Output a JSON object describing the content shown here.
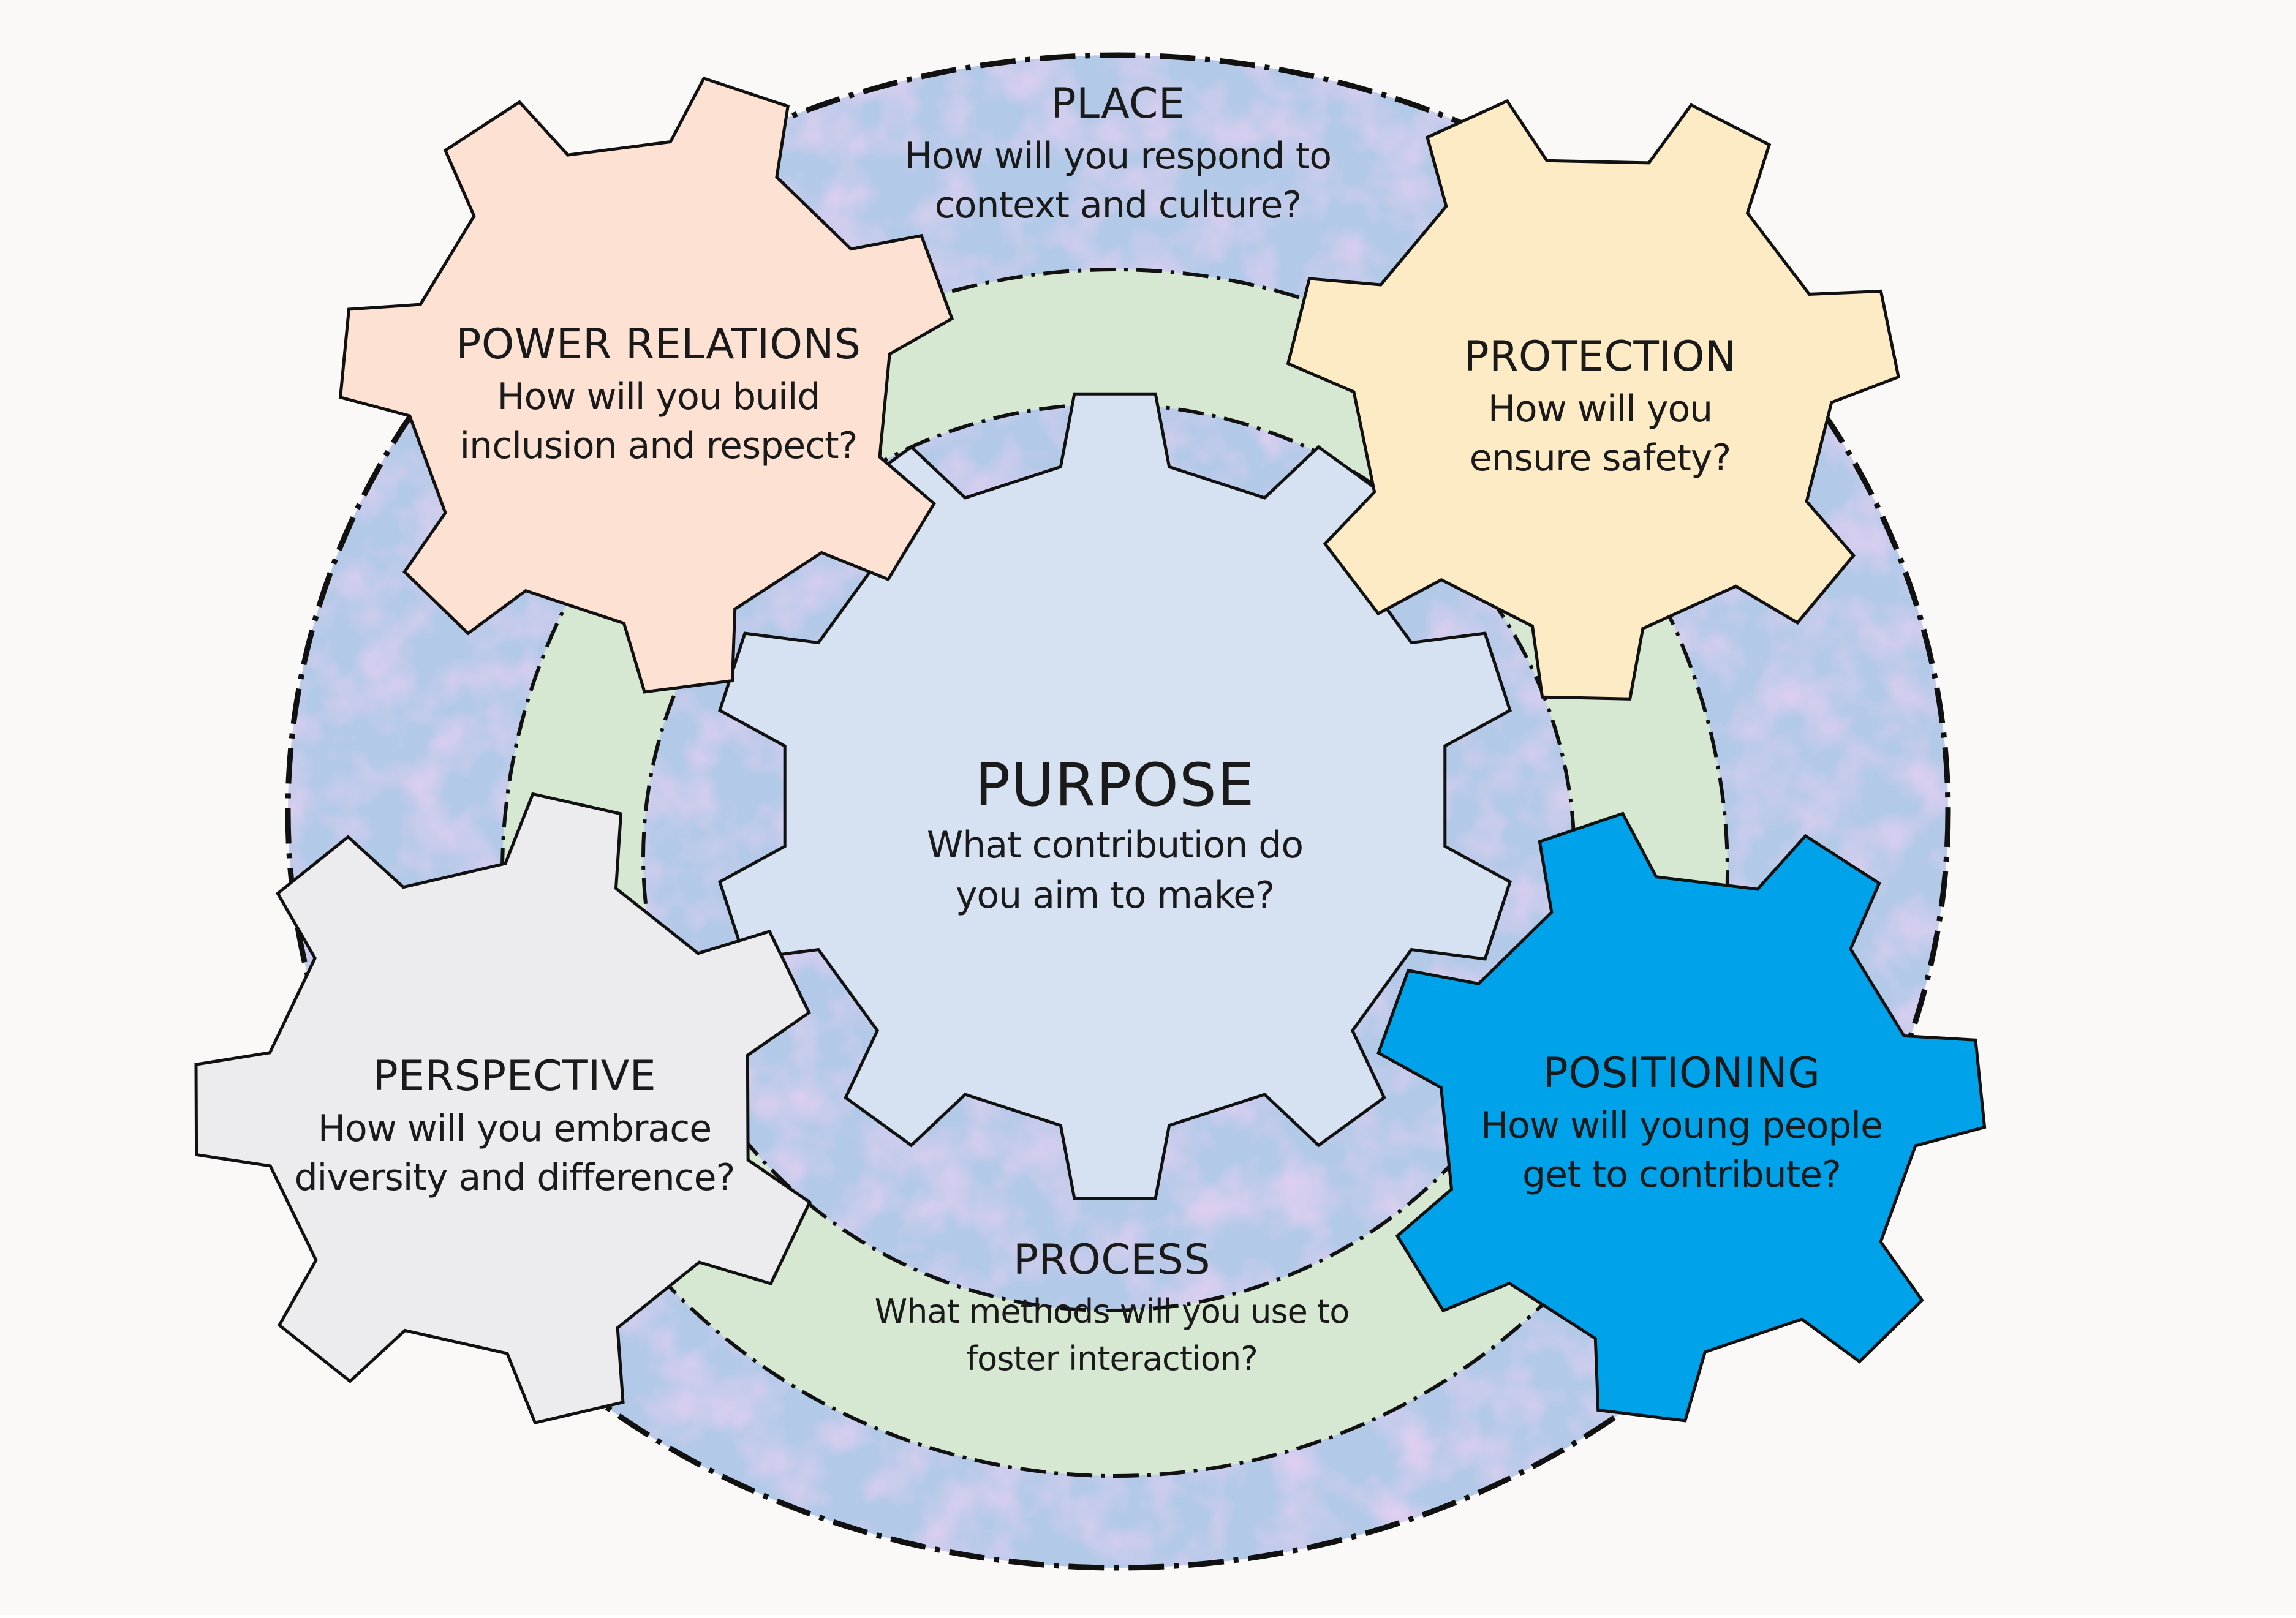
{
  "colors": {
    "background": "#fbf9f8",
    "outer_ring": "#b2c9e8",
    "process_band": "#d7e8d2",
    "purpose_gear": "#d6e2f2",
    "power_relations_gear": "#fde1d2",
    "protection_gear": "#fcebc4",
    "perspective_gear": "#ececee",
    "positioning_gear": "#00a2ea",
    "outline": "#111111"
  },
  "diagram": {
    "place": {
      "title": "PLACE",
      "question_line1": "How will you respond to",
      "question_line2": "context and culture?"
    },
    "power_relations": {
      "title": "POWER RELATIONS",
      "question_line1": "How will you build",
      "question_line2": "inclusion and respect?"
    },
    "protection": {
      "title": "PROTECTION",
      "question_line1": "How will you",
      "question_line2": "ensure safety?"
    },
    "purpose": {
      "title": "PURPOSE",
      "question_line1": "What contribution do",
      "question_line2": "you aim to make?"
    },
    "perspective": {
      "title": "PERSPECTIVE",
      "question_line1": "How will you embrace",
      "question_line2": "diversity and difference?"
    },
    "positioning": {
      "title": "POSITIONING",
      "question_line1": "How will young people",
      "question_line2": "get to contribute?"
    },
    "process": {
      "title": "PROCESS",
      "question_line1": "What methods will you use to",
      "question_line2": "foster interaction?"
    }
  }
}
